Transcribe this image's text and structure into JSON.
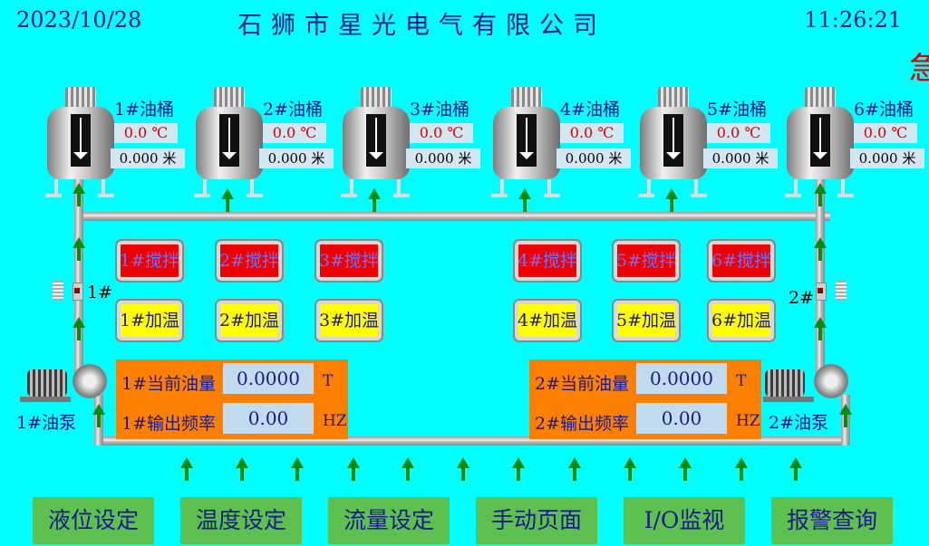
{
  "header": {
    "date": "2023/10/28",
    "company": "石狮市星光电气有限公司",
    "time": "11:26:21",
    "alarm_fragment": "急"
  },
  "tanks": [
    {
      "name": "1#油桶",
      "temperature": "0.0 ℃",
      "level": "0.000 米"
    },
    {
      "name": "2#油桶",
      "temperature": "0.0 ℃",
      "level": "0.000 米"
    },
    {
      "name": "3#油桶",
      "temperature": "0.0 ℃",
      "level": "0.000 米"
    },
    {
      "name": "4#油桶",
      "temperature": "0.0 ℃",
      "level": "0.000 米"
    },
    {
      "name": "5#油桶",
      "temperature": "0.0 ℃",
      "level": "0.000 米"
    },
    {
      "name": "6#油桶",
      "temperature": "0.0 ℃",
      "level": "0.000 米"
    }
  ],
  "stir_buttons": [
    "1#搅拌",
    "2#搅拌",
    "3#搅拌",
    "4#搅拌",
    "5#搅拌",
    "6#搅拌"
  ],
  "heat_buttons": [
    "1#加温",
    "2#加温",
    "3#加温",
    "4#加温",
    "5#加温",
    "6#加温"
  ],
  "valves": [
    "1#",
    "2#"
  ],
  "pumps": [
    "1#油泵",
    "2#油泵"
  ],
  "pump_panels": [
    {
      "oil_label": "1#当前油量",
      "oil_value": "0.0000",
      "oil_unit": "T",
      "freq_label": "1#输出频率",
      "freq_value": "0.00",
      "freq_unit": "HZ"
    },
    {
      "oil_label": "2#当前油量",
      "oil_value": "0.0000",
      "oil_unit": "T",
      "freq_label": "2#输出频率",
      "freq_value": "0.00",
      "freq_unit": "HZ"
    }
  ],
  "nav": [
    "液位设定",
    "温度设定",
    "流量设定",
    "手动页面",
    "I/O监视",
    "报警查询"
  ],
  "colors": {
    "background": "#00ffff",
    "stir_active": "#ee0000",
    "heat": "#ffff00",
    "panel": "#ff8000",
    "nav": "#5cc14e",
    "flow_arrow": "#0b8a0b"
  }
}
